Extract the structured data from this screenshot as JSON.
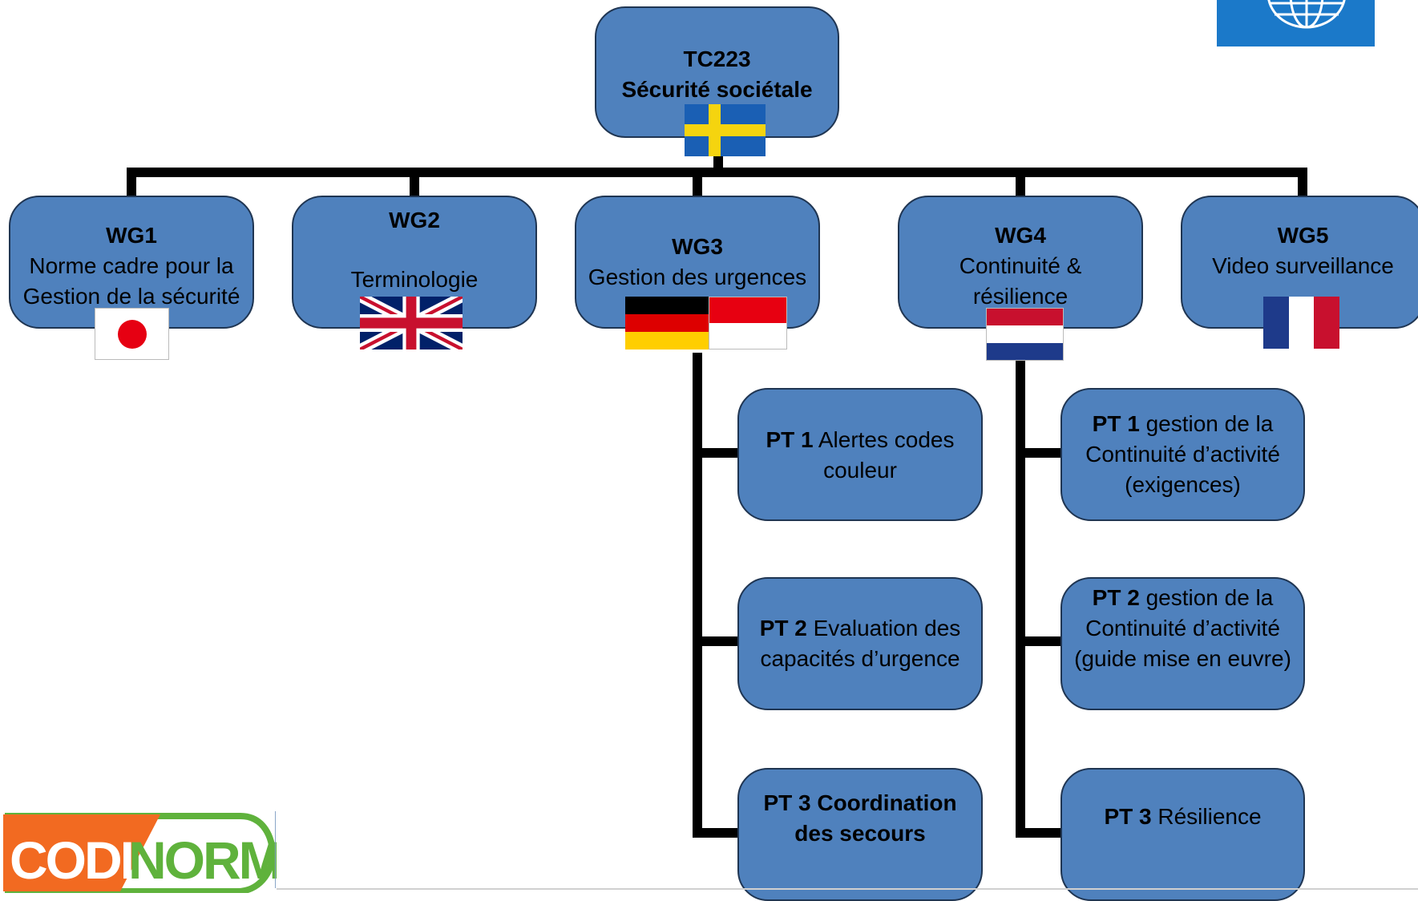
{
  "root": {
    "code": "TC223",
    "title": "Sécurité sociétale",
    "flag": "sweden-flag"
  },
  "working_groups": [
    {
      "code": "WG1",
      "line1": "Norme cadre pour la",
      "line2": "Gestion de la sécurité",
      "flag": "japan-flag"
    },
    {
      "code": "WG2",
      "line1": "Terminologie",
      "flag": "uk-flag"
    },
    {
      "code": "WG3",
      "line1": "Gestion des urgences",
      "flags": [
        "germany-flag",
        "indonesia-flag"
      ]
    },
    {
      "code": "WG4",
      "line1": "Continuité &",
      "line2": "résilience",
      "flag": "netherlands-flag"
    },
    {
      "code": "WG5",
      "line1": "Video surveillance",
      "flag": "france-flag"
    }
  ],
  "wg3_projects": [
    {
      "code": "PT 1",
      "text_a": "Alertes codes",
      "text_b": "couleur"
    },
    {
      "code": "PT 2",
      "text_a": "Evaluation des",
      "text_b": "capacités d’urgence"
    },
    {
      "code": "PT 3",
      "text_a": "Coordination",
      "text_b": "des secours",
      "bold_all": true
    }
  ],
  "wg4_projects": [
    {
      "code": "PT 1",
      "text_a": "gestion de la",
      "text_b": "Continuité d’activité",
      "text_c": "(exigences)"
    },
    {
      "code": "PT 2",
      "text_a": "gestion de la",
      "text_b": "Continuité d’activité",
      "text_c": "(guide mise en euvre)"
    },
    {
      "code": "PT 3",
      "text_a": "Résilience"
    }
  ],
  "logos": {
    "left": "CODINORM",
    "right": "iso-globe-logo"
  },
  "colors": {
    "box_fill": "#4f81bd",
    "box_border": "#1f3552",
    "connector": "#000000",
    "iso_blue": "#1b79c9",
    "codinorm_orange": "#f26a21",
    "codinorm_green": "#5fb23c"
  }
}
